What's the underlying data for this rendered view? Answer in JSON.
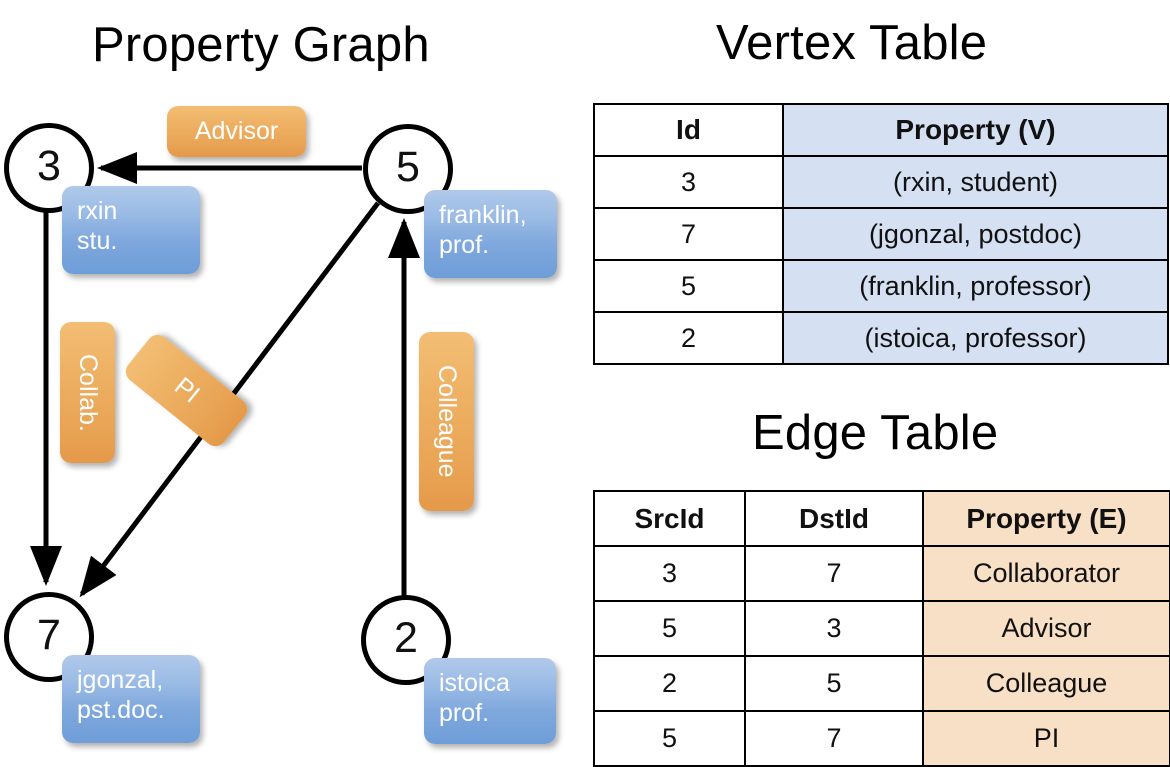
{
  "titles": {
    "property_graph": "Property Graph",
    "vertex_table": "Vertex Table",
    "edge_table": "Edge Table"
  },
  "graph": {
    "vertices": [
      {
        "id": "3",
        "label_line1": "rxin",
        "label_line2": "stu."
      },
      {
        "id": "5",
        "label_line1": "franklin,",
        "label_line2": "prof."
      },
      {
        "id": "7",
        "label_line1": "jgonzal,",
        "label_line2": "pst.doc."
      },
      {
        "id": "2",
        "label_line1": "istoica",
        "label_line2": "prof."
      }
    ],
    "edge_labels": [
      {
        "text": "Advisor"
      },
      {
        "text": "Collab."
      },
      {
        "text": "PI"
      },
      {
        "text": "Colleague"
      }
    ],
    "edges": [
      {
        "src": "5",
        "dst": "3",
        "label": "Advisor"
      },
      {
        "src": "3",
        "dst": "7",
        "label": "Collab."
      },
      {
        "src": "5",
        "dst": "7",
        "label": "PI"
      },
      {
        "src": "2",
        "dst": "5",
        "label": "Colleague"
      }
    ]
  },
  "vertex_table": {
    "headers": [
      "Id",
      "Property (V)"
    ],
    "rows": [
      {
        "id": "3",
        "property": "(rxin, student)"
      },
      {
        "id": "7",
        "property": "(jgonzal, postdoc)"
      },
      {
        "id": "5",
        "property": "(franklin, professor)"
      },
      {
        "id": "2",
        "property": "(istoica, professor)"
      }
    ]
  },
  "edge_table": {
    "headers": [
      "SrcId",
      "DstId",
      "Property (E)"
    ],
    "rows": [
      {
        "src": "3",
        "dst": "7",
        "property": "Collaborator"
      },
      {
        "src": "5",
        "dst": "3",
        "property": "Advisor"
      },
      {
        "src": "2",
        "dst": "5",
        "property": "Colleague"
      },
      {
        "src": "5",
        "dst": "7",
        "property": "PI"
      }
    ]
  },
  "colors": {
    "vertex_property_blue": "#7fa8dd",
    "edge_label_orange": "#eeb164",
    "vertex_table_cell": "#d5e0f2",
    "edge_table_cell": "#f8e0c6",
    "stroke": "#000000",
    "background": "#ffffff"
  }
}
